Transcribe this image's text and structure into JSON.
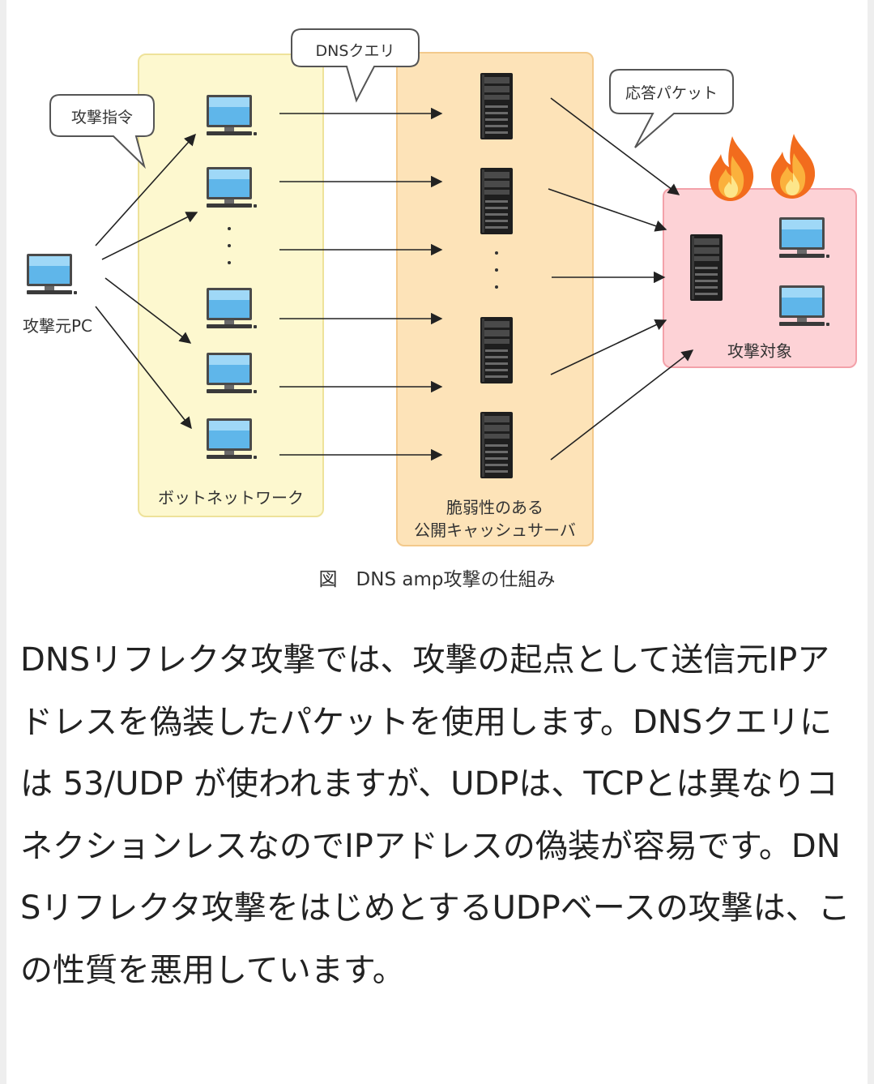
{
  "figure": {
    "callouts": {
      "attack_command": "攻撃指令",
      "dns_query": "DNSクエリ",
      "response_packet": "応答パケット"
    },
    "labels": {
      "attacker": "攻撃元PC",
      "botnet": "ボットネットワーク",
      "cache_server_line1": "脆弱性のある",
      "cache_server_line2": "公開キャッシュサーバ",
      "target": "攻撃対象"
    },
    "caption": "図　DNS amp攻撃の仕組み"
  },
  "article": {
    "paragraph": "DNSリフレクタ攻撃では、攻撃の起点として送信元IPアドレスを偽装したパケットを使用します。DNSクエリには 53/UDP が使われますが、UDPは、TCPとは異なりコネクションレスなのでIPアドレスの偽装が容易です。DNSリフレクタ攻撃をはじめとするUDPベースの攻撃は、この性質を悪用しています。"
  }
}
